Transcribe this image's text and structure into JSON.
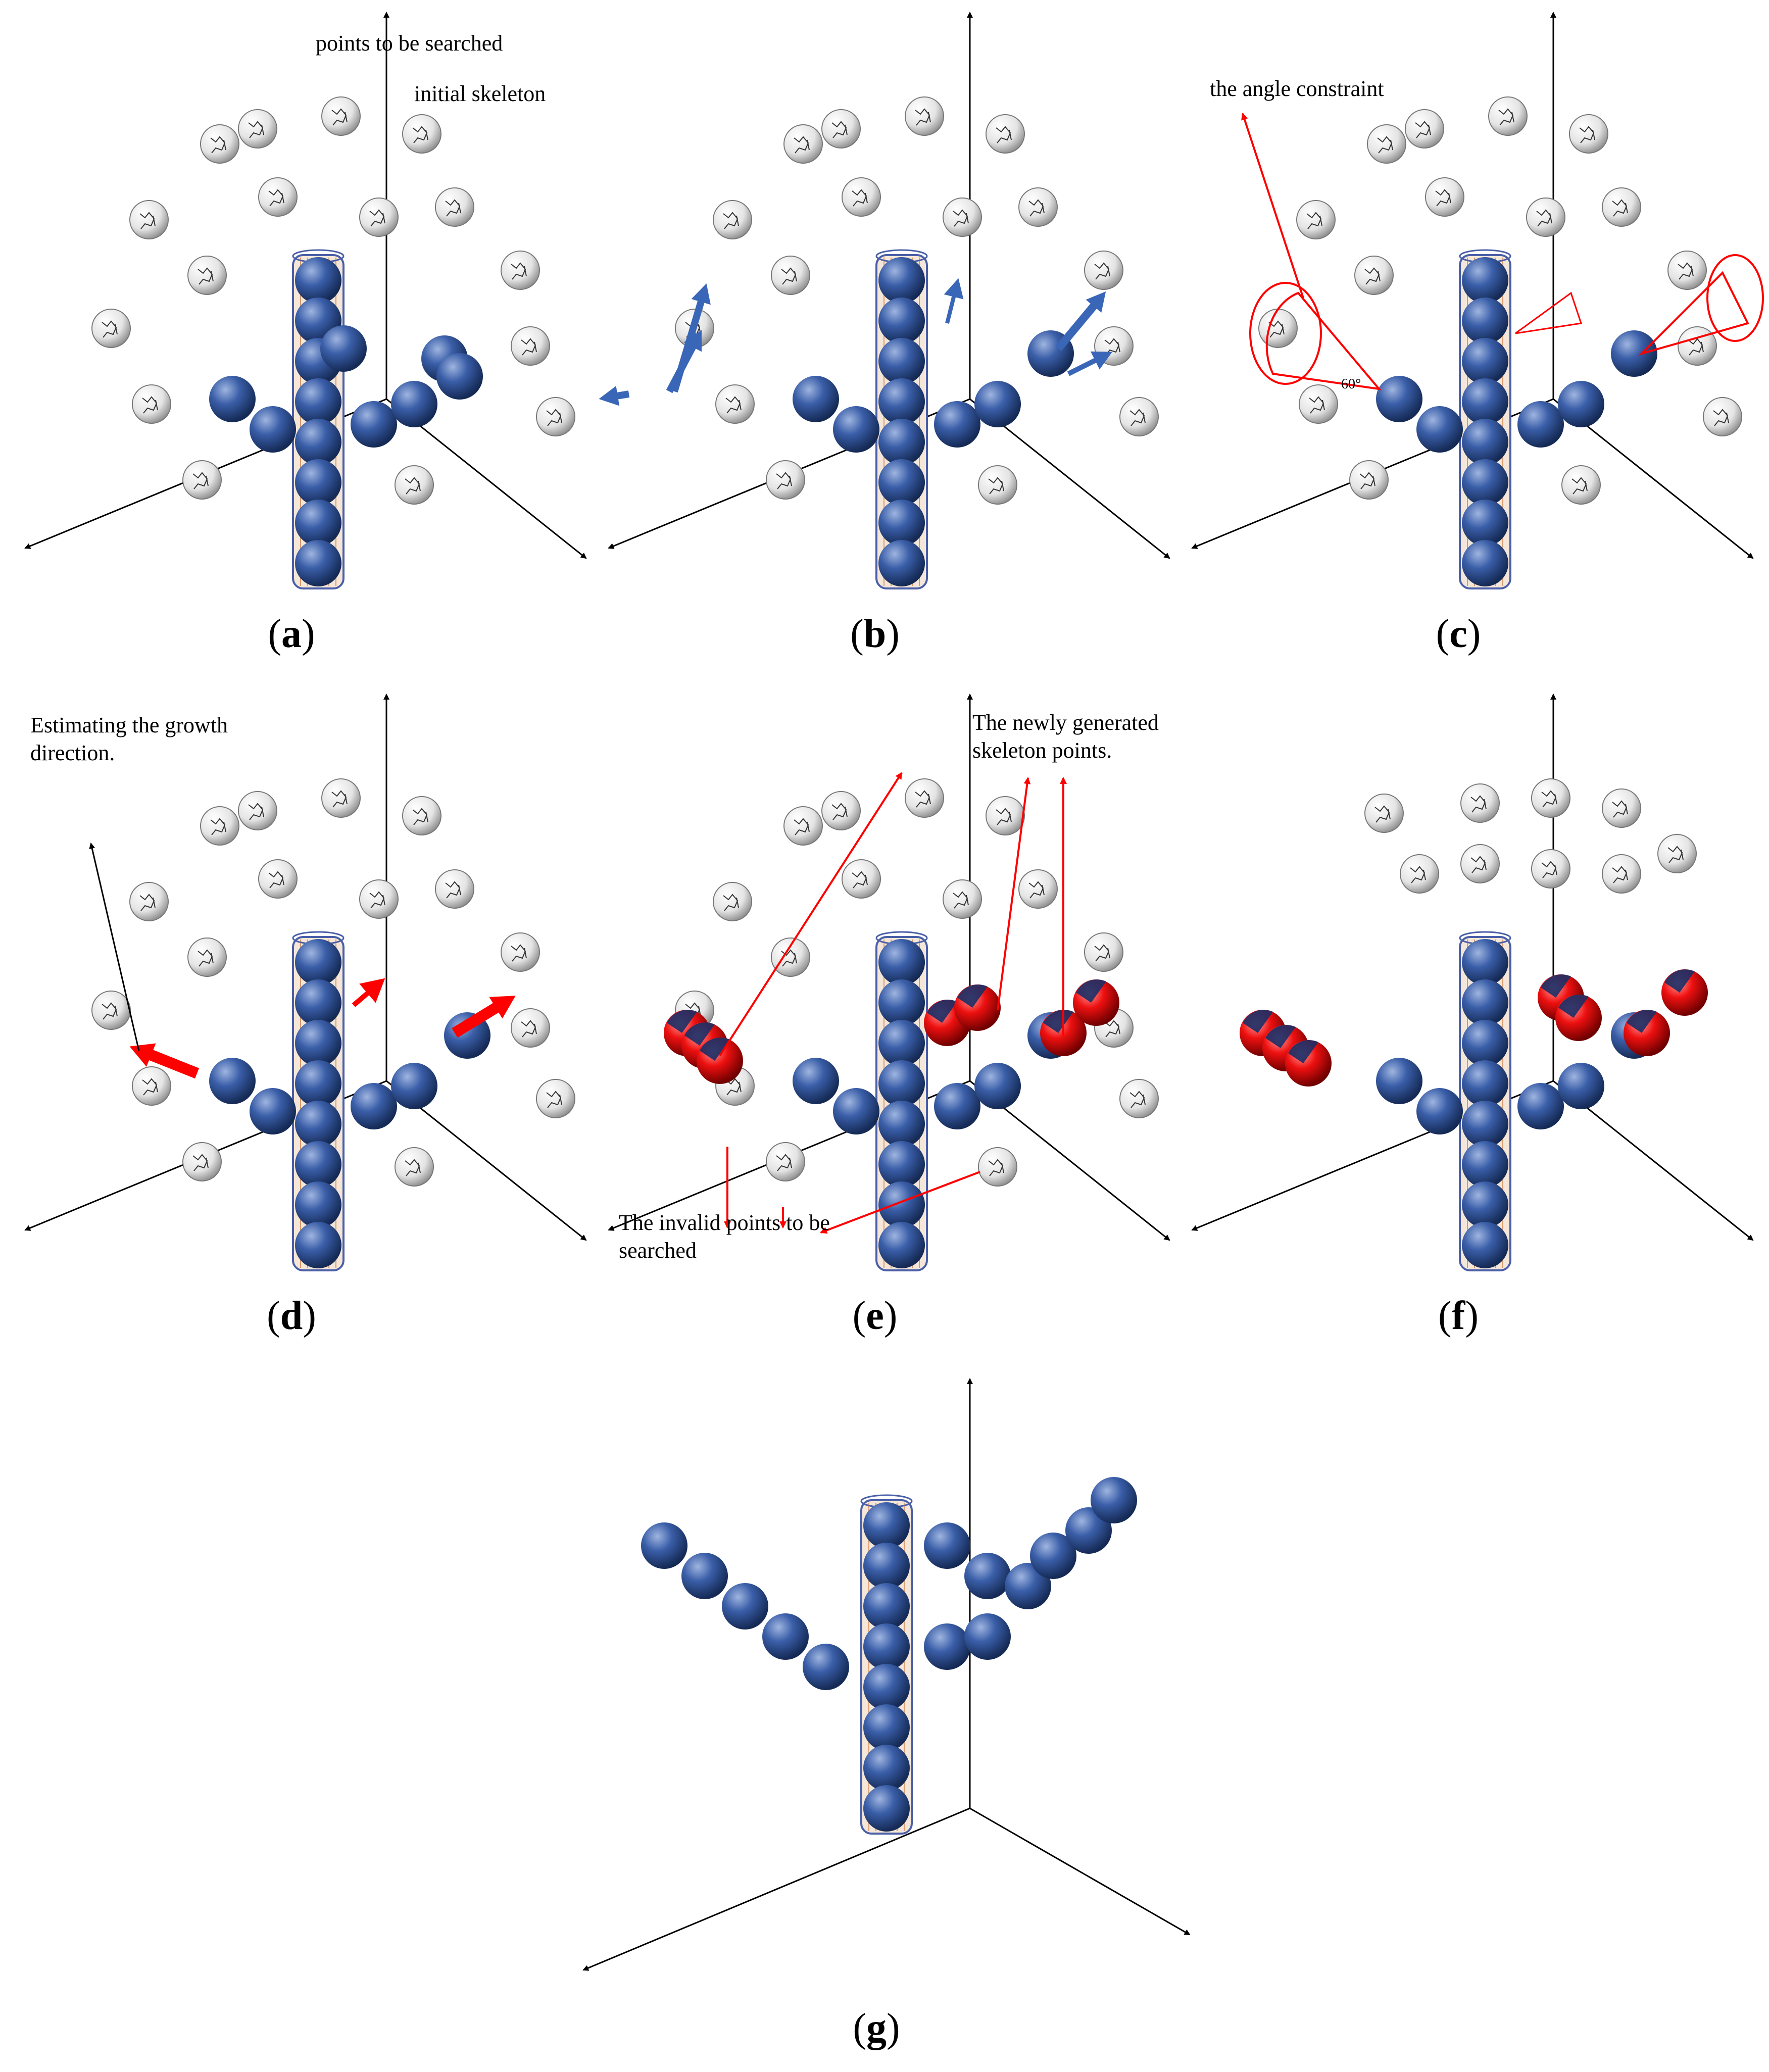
{
  "colors": {
    "skeleton_point": "#2f5597",
    "new_skeleton_point": "#ff0000",
    "search_point": "#d9d9d9",
    "annotation": "#ff0000",
    "axis": "#000000",
    "cylinder_outline": "#4a5fa8",
    "cylinder_fill": "#e0c0a0"
  },
  "panels": [
    {
      "id": "a",
      "caption": "a",
      "annotations": [
        "points to be searched",
        "initial skeleton"
      ]
    },
    {
      "id": "b",
      "caption": "b",
      "annotations": []
    },
    {
      "id": "c",
      "caption": "c",
      "annotations": [
        "the angle constraint",
        "60°"
      ]
    },
    {
      "id": "d",
      "caption": "d",
      "annotations": [
        "Estimating the growth",
        "direction."
      ]
    },
    {
      "id": "e",
      "caption": "e",
      "annotations": [
        "The newly generated",
        "skeleton points.",
        "The invalid points to be",
        "searched"
      ]
    },
    {
      "id": "f",
      "caption": "f",
      "annotations": []
    },
    {
      "id": "g",
      "caption": "g",
      "annotations": []
    }
  ],
  "icons": {
    "blue_sphere": "skeleton-point-icon",
    "red_sphere": "new-skeleton-point-icon",
    "white_sphere": "search-point-icon"
  }
}
